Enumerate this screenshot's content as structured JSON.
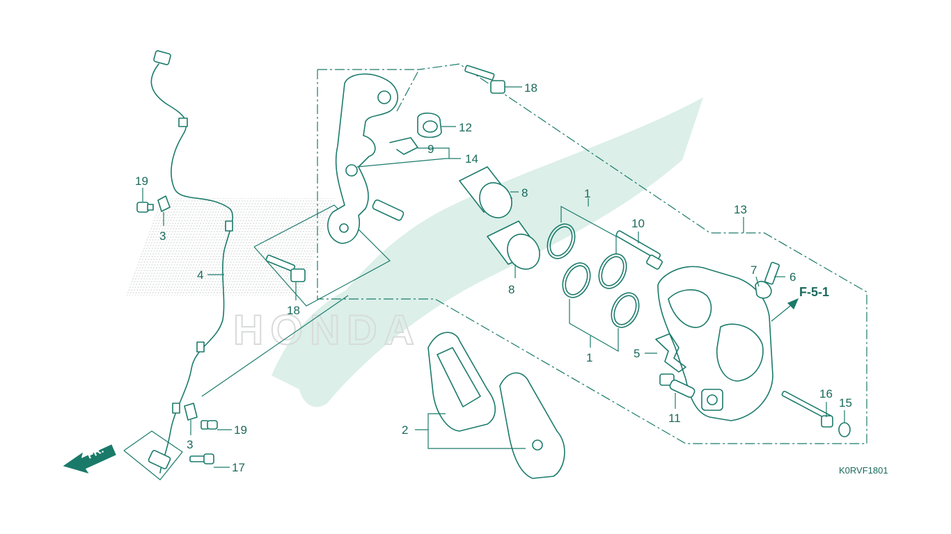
{
  "diagram": {
    "watermark_text": "HONDA",
    "direction_label": "FR.",
    "reference_label": "F-5-1",
    "diagram_code": "K0RVF1801",
    "callouts": {
      "c1a": "1",
      "c1b": "1",
      "c2": "2",
      "c3a": "3",
      "c3b": "3",
      "c4": "4",
      "c5": "5",
      "c6": "6",
      "c7": "7",
      "c8a": "8",
      "c8b": "8",
      "c9": "9",
      "c10": "10",
      "c11": "11",
      "c12": "12",
      "c13": "13",
      "c14": "14",
      "c15": "15",
      "c16": "16",
      "c17": "17",
      "c18a": "18",
      "c18b": "18",
      "c19a": "19",
      "c19b": "19"
    },
    "colors": {
      "line": "#1a7a6a",
      "watermark": "#dcefe9"
    }
  }
}
